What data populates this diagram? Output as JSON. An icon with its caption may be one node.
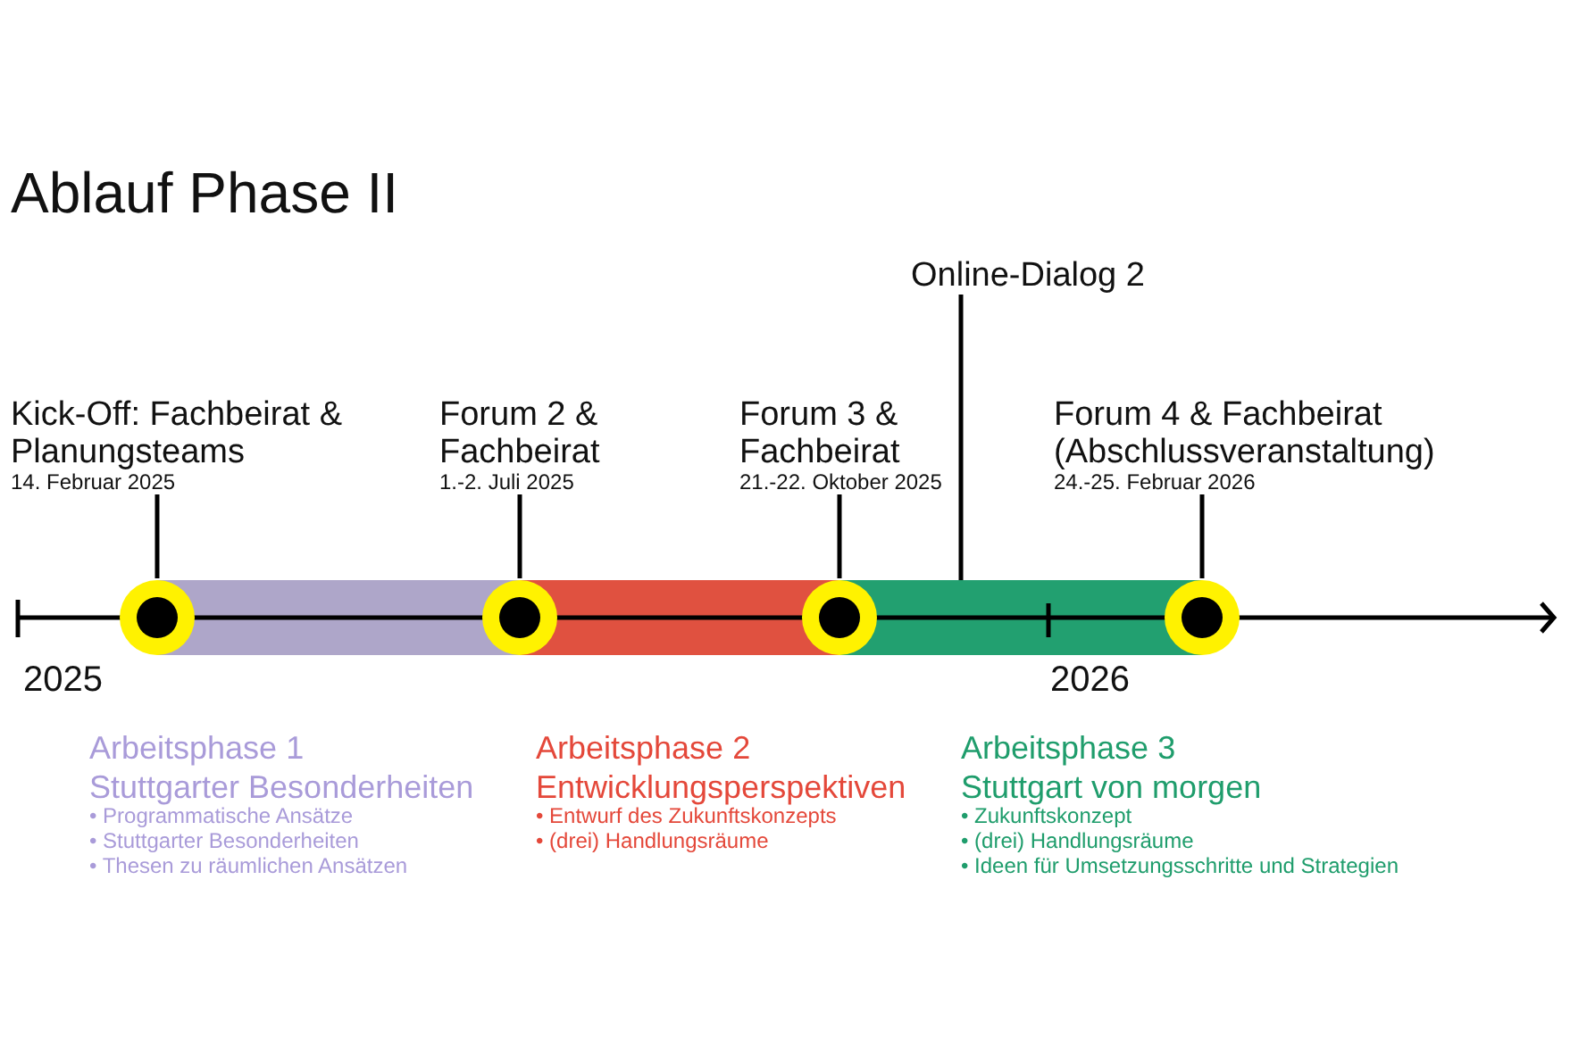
{
  "diagram": {
    "title": "Ablauf Phase II",
    "nodes": [
      {
        "text": [
          "Kick-Off: Fachbeirat & Planungsteams",
          "14. Februar 2025"
        ]
      },
      {
        "text": [],
        "shape": "circle"
      },
      {
        "text": [
          "Forum 2 & Fachbeirat",
          "1.-2. Juli 2025"
        ]
      },
      {
        "text": [],
        "shape": "circle"
      },
      {
        "text": [
          "Forum 3 & Fachbeirat",
          "21.-22. Oktober 2025"
        ]
      },
      {
        "text": [],
        "shape": "circle"
      },
      {
        "text": [
          "Online-Dialog 2"
        ]
      },
      {
        "text": [
          "Forum 4 & Fachbeirat (Abschlussveranstaltung)",
          "24.-25. Februar 2026"
        ]
      },
      {
        "text": [],
        "shape": "circle"
      },
      {
        "text": [],
        "shape": "bar"
      },
      {
        "text": [],
        "shape": "bar"
      },
      {
        "text": [],
        "shape": "bar"
      }
    ],
    "edges": [
      {
        "from": 0,
        "to": 1,
        "arrow": "none"
      },
      {
        "from": 2,
        "to": 3,
        "arrow": "none"
      },
      {
        "from": 4,
        "to": 5,
        "arrow": "none"
      },
      {
        "from": 6,
        "to": 11,
        "arrow": "none"
      },
      {
        "from": 7,
        "to": 8,
        "arrow": "none"
      }
    ],
    "labels": [
      "2025",
      "2026",
      "Arbeitsphase 1",
      "Stuttgarter Besonderheiten",
      "• Programmatische Ansätze",
      "• Stuttgarter Besonderheiten",
      "• Thesen zu räumlichen Ansätzen",
      "Arbeitsphase 2",
      "Entwicklungsperspektiven",
      "• Entwurf des Zukunftskonzepts",
      "• (drei) Handlungsräume",
      "Arbeitsphase 3",
      "Stuttgart von morgen",
      "• Zukunftskonzept",
      "• (drei) Handlungsräume",
      "• Ideen für Umsetzungsschritte und Strategien"
    ]
  }
}
